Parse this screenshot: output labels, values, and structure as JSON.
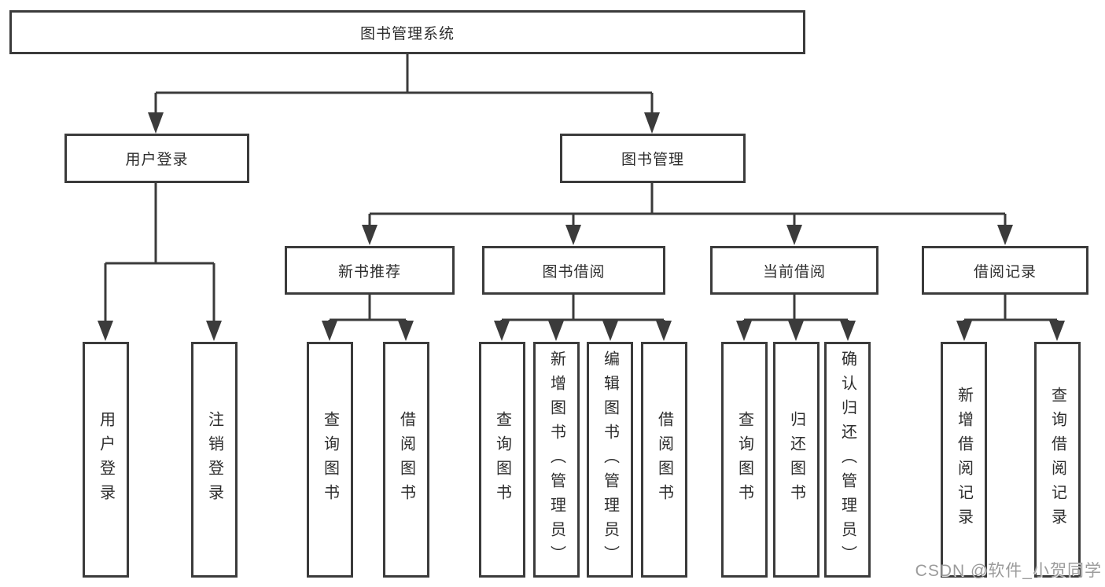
{
  "diagram": {
    "title": "图书管理系统",
    "nodes": {
      "root": {
        "label": "图书管理系统"
      },
      "user_login": {
        "label": "用户登录"
      },
      "book_mgmt": {
        "label": "图书管理"
      },
      "new_books": {
        "label": "新书推荐"
      },
      "book_borrow": {
        "label": "图书借阅"
      },
      "current_borrow": {
        "label": "当前借阅"
      },
      "borrow_records": {
        "label": "借阅记录"
      }
    },
    "leaves": {
      "user": [
        "用户登录",
        "注销登录"
      ],
      "new_books": [
        "查询图书",
        "借阅图书"
      ],
      "book_borrow": [
        "查询图书",
        "新增图书（管理员）",
        "编辑图书（管理员）",
        "借阅图书"
      ],
      "current_borrow": [
        "查询图书",
        "归还图书",
        "确认归还（管理员）"
      ],
      "borrow_records": [
        "新增借阅记录",
        "查询借阅记录"
      ]
    },
    "style": {
      "line_color": "#3b3b3b",
      "text_color": "#2d2d2d",
      "background": "#ffffff",
      "watermark_color": "#9b9b9b"
    }
  },
  "watermark": "CSDN @软件_小贺同学"
}
